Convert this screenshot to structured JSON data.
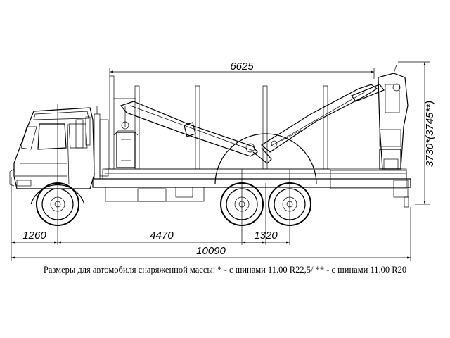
{
  "dimensions": {
    "top_length": "6625",
    "height": "3730*(3745**)",
    "front_overhang": "1260",
    "wheelbase": "4470",
    "bogie": "1320",
    "overall_length": "10090"
  },
  "caption": "Размеры для автомобиля снаряженной массы: * - с шинами 11.00 R22,5/ ** - с шинами 11.00 R20"
}
